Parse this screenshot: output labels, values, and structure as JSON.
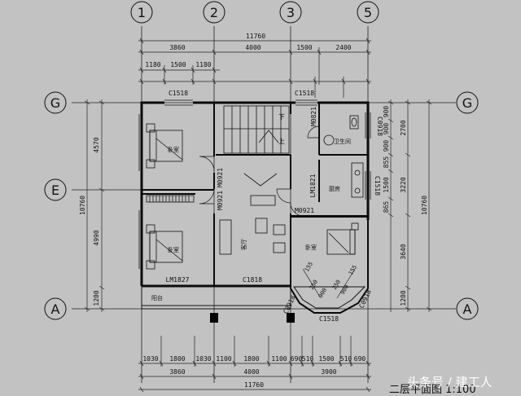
{
  "axes": {
    "top": [
      "1",
      "2",
      "3",
      "5"
    ],
    "left": [
      "G",
      "E",
      "A"
    ],
    "right": [
      "G",
      "A"
    ]
  },
  "dims": {
    "top_total": "11760",
    "top_row2": [
      "3860",
      "4000",
      "1500",
      "2400"
    ],
    "top_row3": [
      "1180",
      "1500",
      "1180"
    ],
    "left": [
      "4570",
      "10760",
      "4990",
      "1200"
    ],
    "right": [
      "900",
      "900",
      "900",
      "2700",
      "855",
      "1500",
      "3220",
      "865",
      "10760",
      "3640",
      "1200"
    ],
    "bottom_row1": [
      "1030",
      "1800",
      "1030",
      "1100",
      "1800",
      "1100",
      "690",
      "510",
      "1500",
      "510",
      "690"
    ],
    "bottom_row2": [
      "3860",
      "4000",
      "3900"
    ],
    "bottom_total": "11760"
  },
  "labels": {
    "c1518_top_left": "C1518",
    "c1518_top_mid": "C1518",
    "m0821": "M0821",
    "c0918_right": "C0918",
    "m0921_a": "M0921",
    "m0921_b": "M0921",
    "lm1821": "LM1821",
    "m0921_c": "M0921",
    "c1518_right": "C1518",
    "lm1827": "LM1827",
    "c1818": "C1818",
    "c0918_bl": "C0918",
    "c0918_br": "C0918",
    "c1518_bottom": "C1518",
    "down": "下",
    "up": "上",
    "bay_a": "155",
    "bay_b": "155",
    "bay_c": "250",
    "bay_d": "900",
    "bay_e": "250",
    "bay_f": "900"
  },
  "rooms": {
    "bed1": "卧室",
    "bed2": "卧室",
    "bed3": "卧室",
    "living": "客厅",
    "bath": "卫生间",
    "kitchen": "厨房",
    "balcony": "阳台"
  },
  "caption": "二层平面图 1:100",
  "watermark": "头条号 / 建工人",
  "colors": {
    "background": "#c2c2c2",
    "ink": "#111111"
  }
}
